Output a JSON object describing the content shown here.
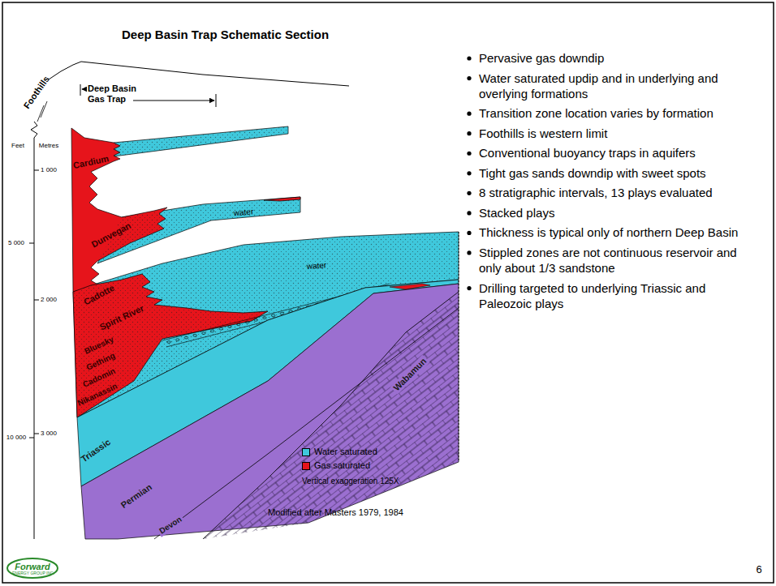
{
  "diagram": {
    "title": "Deep Basin Trap Schematic Section",
    "labels": [
      "Foothills",
      "Deep Basin Gas Trap",
      "Feet",
      "Metres",
      "1 000",
      "5 000",
      "2 000",
      "10 000",
      "3 000",
      "Cardium",
      "water",
      "Dunvegan",
      "water",
      "Cadotte",
      "Spirit River",
      "Bluesky",
      "Gething",
      "Cadomin",
      "Nikanassin",
      "Triassic",
      "Permian",
      "Devon",
      "Wabamun",
      "Vertical exaggeration 125X",
      "Modified after Masters 1979, 1984",
      "Pervasive gas downdip",
      "Water saturated updip and in underlying and overlying formations",
      "Transition zone location varies by formation",
      "Foothills is western limit",
      "Conventional buoyancy traps in aquifers",
      "Tight gas sands downdip with sweet spots",
      "8 stratigraphic intervals, 13 plays evaluated",
      "Stacked plays",
      "Thickness is typical only of northern Deep Basin",
      "Stippled zones are not continuous reservoir and only about 1/3 sandstone",
      "Drilling targeted to underlying Triassic and Paleozoic plays",
      "6",
      "Forward",
      "ENERGY GROUP INC."
    ],
    "legend": [
      {
        "text": "Water saturated",
        "color": "#3fc8dc"
      },
      {
        "text": "Gas saturated",
        "color": "#e6141b"
      }
    ]
  }
}
